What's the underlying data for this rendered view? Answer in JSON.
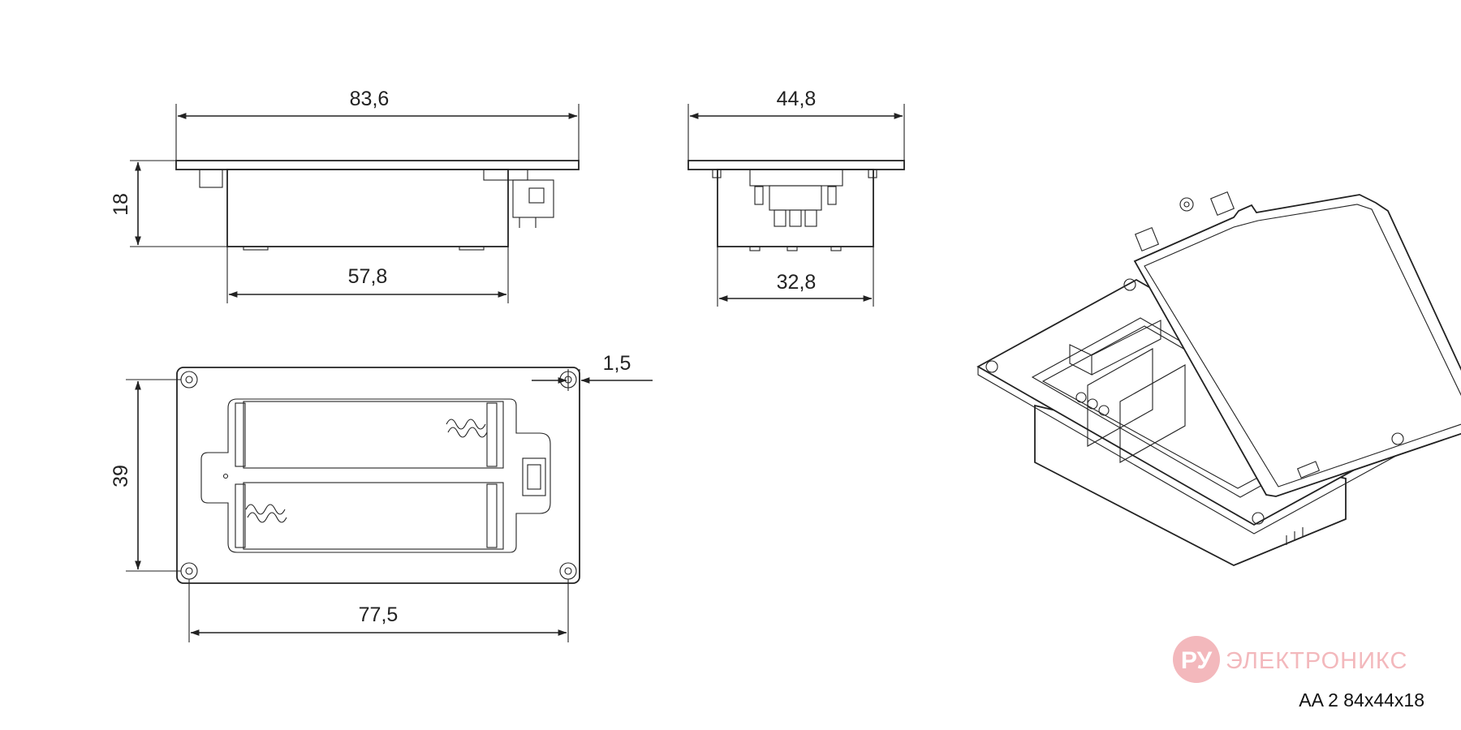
{
  "drawing": {
    "dimensions": {
      "top_width": "83,6",
      "side_width": "44,8",
      "height": "18",
      "top_inner_width": "57,8",
      "side_inner_width": "32,8",
      "plate_offset": "1,5",
      "front_height": "39",
      "front_hole_spacing": "77,5"
    }
  },
  "watermark": {
    "badge": "РУ",
    "text": "ЭЛЕКТРОНИКС",
    "badge_color": "#f3b8bc"
  },
  "caption": "AA 2 84x44x18"
}
